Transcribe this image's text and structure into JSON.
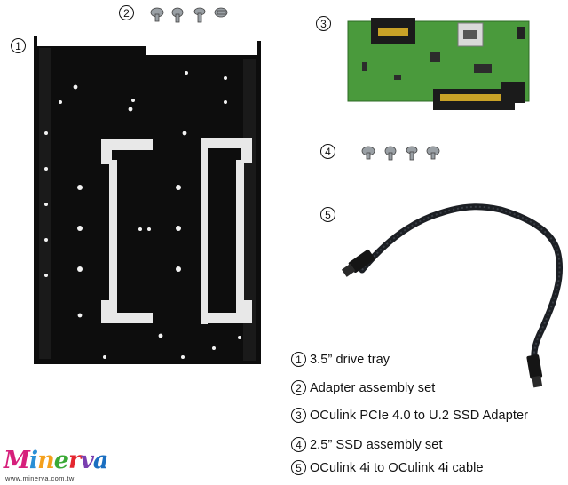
{
  "items": [
    {
      "num": "1",
      "label": "3.5” drive tray"
    },
    {
      "num": "2",
      "label": "Adapter assembly set"
    },
    {
      "num": "3",
      "label": "OCulink PCIe 4.0 to U.2 SSD Adapter"
    },
    {
      "num": "4",
      "label": "2.5” SSD assembly set"
    },
    {
      "num": "5",
      "label": "OCulink 4i to OCulink 4i cable"
    }
  ],
  "photo_markers": [
    "1",
    "2",
    "3",
    "4",
    "5"
  ],
  "logo": {
    "brand": "Minerva",
    "website": "www.minerva.com.tw"
  },
  "colors": {
    "tray": "#0d0d0d",
    "pcb": "#4a9a3c",
    "cable": "#1c1f24",
    "logo_m": "#d61f7b",
    "logo_i": "#2a8fd6",
    "logo_n": "#f4a01c",
    "logo_e": "#3aa935",
    "logo_r": "#e4262f",
    "logo_v": "#7a3fb0",
    "logo_a": "#1b6fc1"
  }
}
